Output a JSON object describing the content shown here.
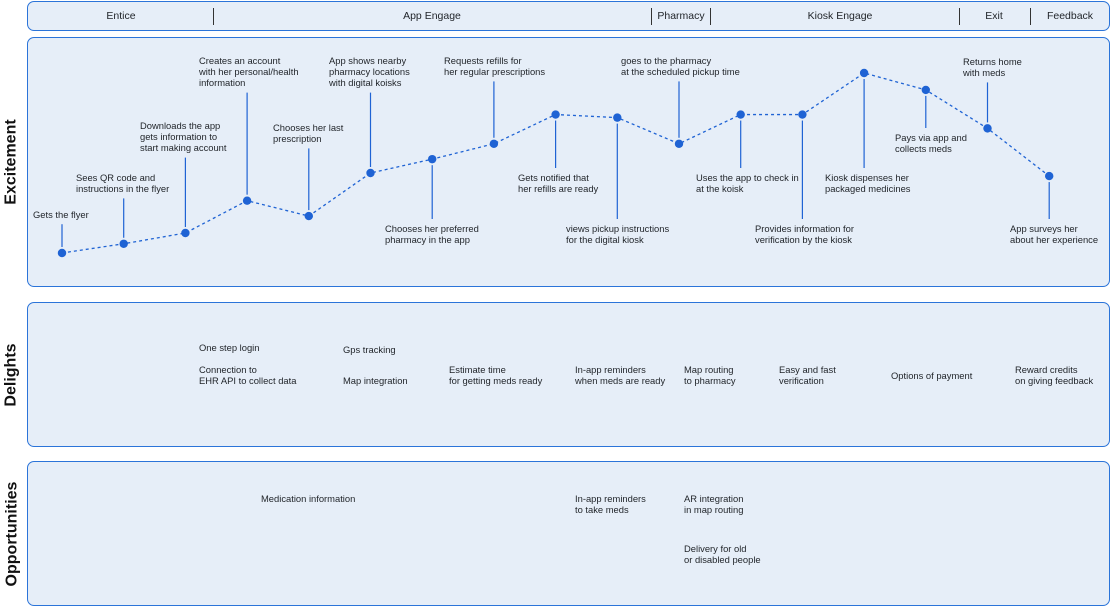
{
  "phases": [
    "Entice",
    "App Engage",
    "Pharmacy",
    "Kiosk Engage",
    "Exit",
    "Feedback"
  ],
  "rows": {
    "excitement": "Excitement",
    "delights": "Delights",
    "opportunities": "Opportunities"
  },
  "journey": {
    "steps": [
      {
        "label": "Gets the flyer",
        "level": 0.0
      },
      {
        "label": "Sees QR code and\ninstructions in the flyer",
        "level": 0.06
      },
      {
        "label": "Downloads the app\ngets information to\nstart making account",
        "level": 0.13
      },
      {
        "label": "Creates an account\nwith her personal/health\ninformation",
        "level": 0.34
      },
      {
        "label": "Chooses her last\nprescription",
        "level": 0.24
      },
      {
        "label": "App shows nearby\npharmacy locations\nwith digital koisks",
        "level": 0.52
      },
      {
        "label": "Chooses her preferred\npharmacy in the app",
        "level": 0.61
      },
      {
        "label": "Requests refills for\nher regular prescriptions",
        "level": 0.71
      },
      {
        "label": "Gets notified that\nher refills are ready",
        "level": 0.9
      },
      {
        "label": "views pickup instructions\nfor the digital kiosk",
        "level": 0.88
      },
      {
        "label": "goes to the pharmacy\nat the scheduled pickup time",
        "level": 0.71
      },
      {
        "label": "Uses the app to check in\nat the koisk",
        "level": 0.9
      },
      {
        "label": "Provides information for\nverification by the kiosk",
        "level": 0.9
      },
      {
        "label": "Kiosk dispenses her\npackaged medicines",
        "level": 1.17
      },
      {
        "label": "Pays via app and\ncollects meds",
        "level": 1.06
      },
      {
        "label": "Returns home\nwith meds",
        "level": 0.81
      },
      {
        "label": "App surveys her\nabout her experience",
        "level": 0.5
      }
    ]
  },
  "delights": [
    "One step login",
    "Connection to\nEHR API to collect data",
    "Gps tracking",
    "Map integration",
    "Estimate time\nfor getting meds ready",
    "In-app reminders\nwhen meds are ready",
    "Map routing\nto pharmacy",
    "Easy and fast\nverification",
    "Options of payment",
    "Reward credits\non giving feedback"
  ],
  "opportunities": [
    "Medication information",
    "In-app reminders\nto take meds",
    "AR integration\nin map routing",
    "Delivery for old\nor disabled people"
  ],
  "colors": {
    "accent": "#2b74d9",
    "panel_bg": "#e6eef8",
    "marker": "#1f63d4"
  }
}
